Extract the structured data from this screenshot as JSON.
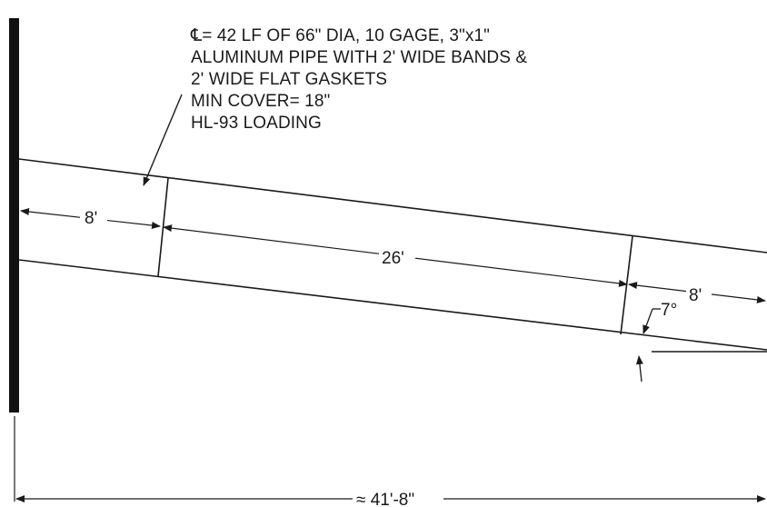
{
  "note": {
    "line1": "℄= 42 LF OF 66\" DIA, 10 GAGE, 3\"x1\"",
    "line2": "ALUMINUM PIPE WITH 2' WIDE BANDS &",
    "line3": "2' WIDE FLAT GASKETS",
    "line4": "MIN COVER= 18\"",
    "line5": "HL-93 LOADING"
  },
  "dimensions": {
    "left_segment": "8'",
    "middle_segment": "26'",
    "right_segment": "8'",
    "total_length": "≈ 41'-8\""
  },
  "angle_label": "7°",
  "colors": {
    "ink": "#1a1a1a",
    "wall": "#111111",
    "background": "#ffffff"
  }
}
